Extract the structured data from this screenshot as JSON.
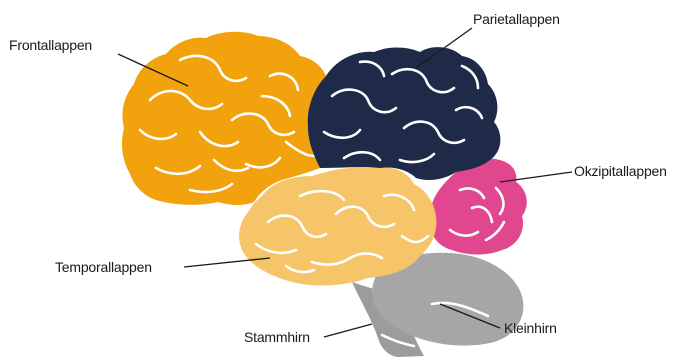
{
  "labels": {
    "frontal": "Frontallappen",
    "parietal": "Parietallappen",
    "occipital": "Okzipitallappen",
    "temporal": "Temporallappen",
    "brainstem": "Stammhirn",
    "cerebellum": "Kleinhirn"
  },
  "colors": {
    "frontal": "#f2a20d",
    "parietal": "#1e2a47",
    "occipital": "#e0478e",
    "temporal": "#f6c56a",
    "cerebellum": "#a6a6a6",
    "brainstem": "#9c9c9c"
  }
}
